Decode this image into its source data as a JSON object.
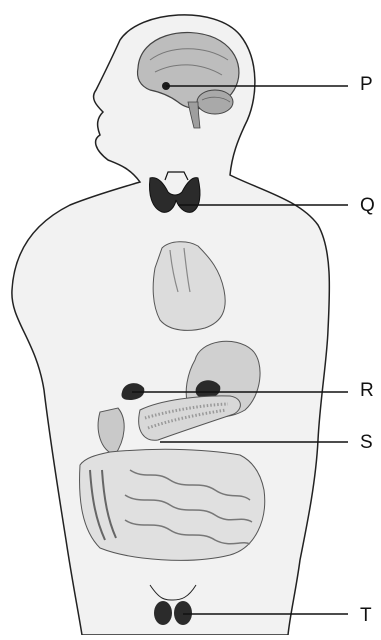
{
  "labels": {
    "p": "P",
    "q": "Q",
    "r": "R",
    "s": "S",
    "t": "T"
  },
  "colors": {
    "skin": "#f1f1f1",
    "outline": "#222222",
    "organ_gray": "#b9b9b9",
    "gland_dark": "#2a2a2a"
  },
  "icons": {
    "brain": "brain-icon",
    "thyroid": "thyroid-icon",
    "heart": "heart-icon",
    "stomach": "stomach-icon",
    "pancreas": "pancreas-icon",
    "intestines": "intestines-icon",
    "testes": "testes-icon"
  }
}
